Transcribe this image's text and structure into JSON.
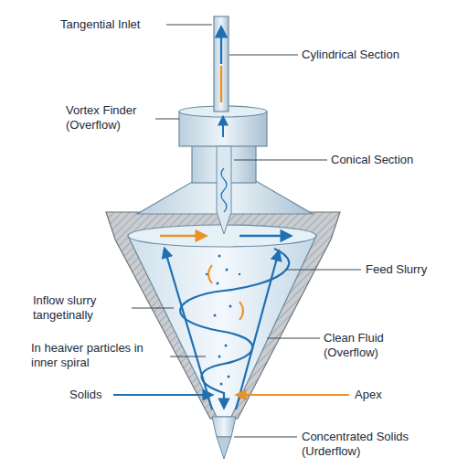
{
  "diagram": {
    "labels": [
      "Tangential Inlet",
      "Cylindrical Section",
      "Vortex Finder (Overflow)",
      "Conical Section",
      "Feed Slurry",
      "Inflow slurry tangetinally",
      "Clean Fluid (Overflow)",
      "In heaiver particles in inner spiral",
      "Solids",
      "Apex",
      "Concentrated Solids (Urderflow)"
    ]
  }
}
